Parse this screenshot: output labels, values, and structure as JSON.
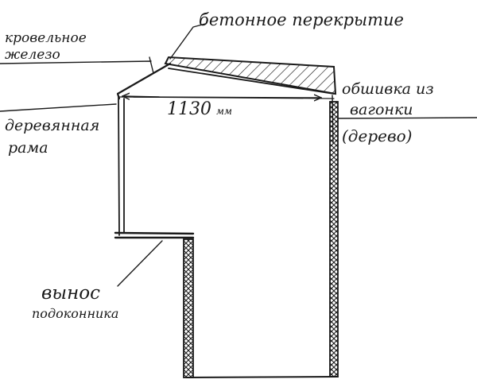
{
  "labels": {
    "roof_iron_line1": "кровельное",
    "roof_iron_line2": "железо",
    "concrete_slab": "бетонное перекрытие",
    "wood_frame_line1": "деревянная",
    "wood_frame_line2": "рама",
    "dimension": "1130",
    "dimension_unit": "мм",
    "cladding_line1": "обшивка из",
    "cladding_line2": "вагонки",
    "cladding_line3": "(дерево)",
    "sill_line1": "вынос",
    "sill_line2": "подоконника"
  },
  "colors": {
    "ink": "#1a1a1a",
    "background": "#ffffff"
  }
}
